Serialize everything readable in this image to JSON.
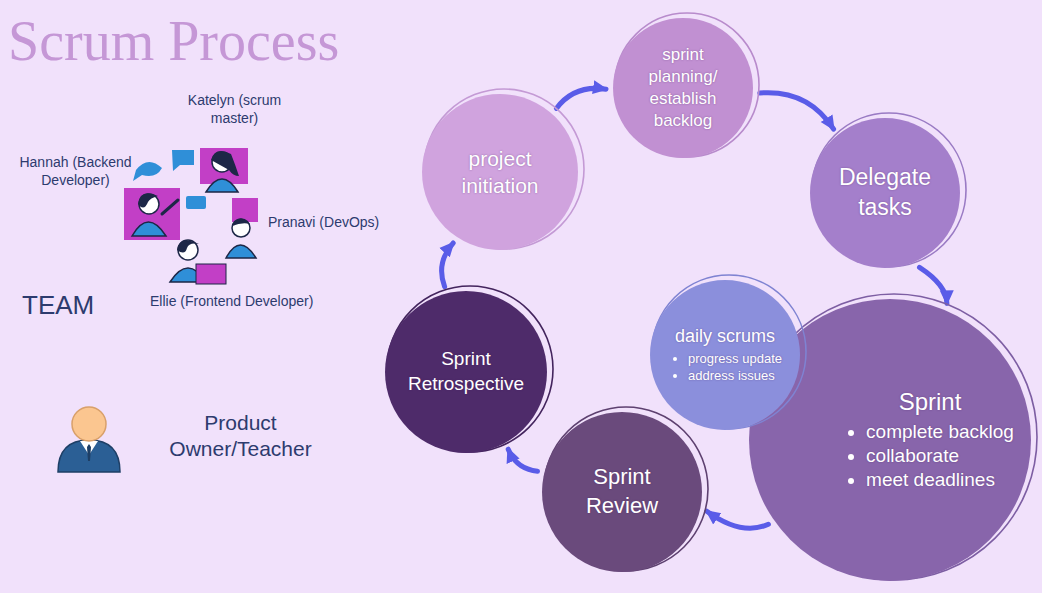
{
  "diagram": {
    "title": "Scrum Process",
    "nodes": [
      {
        "text": [
          "project initiation"
        ]
      },
      {
        "text": [
          "sprint planning/ establish backlog"
        ]
      },
      {
        "text": [
          "Delegate tasks"
        ]
      },
      {
        "text": [
          "Sprint",
          "complete backlog",
          "collaborate",
          "meet deadlines"
        ]
      },
      {
        "text": [
          "daily scrums",
          "progress update",
          "address issues"
        ]
      },
      {
        "text": [
          "Sprint Review"
        ]
      },
      {
        "text": [
          "Sprint Retrospective"
        ]
      }
    ],
    "edges": [
      {
        "from": 0,
        "to": 1,
        "arrow": "to"
      },
      {
        "from": 1,
        "to": 2,
        "arrow": "to"
      },
      {
        "from": 2,
        "to": 3,
        "arrow": "to"
      },
      {
        "from": 3,
        "to": 5,
        "arrow": "to"
      },
      {
        "from": 5,
        "to": 6,
        "arrow": "to"
      },
      {
        "from": 6,
        "to": 0,
        "arrow": "to"
      }
    ],
    "labels": [
      "Katelyn (scrum master)",
      "Hannah (Backend Developer)",
      "Pranavi (DevOps)",
      "TEAM",
      "Ellie (Frontend Developer)",
      "Product Owner/Teacher"
    ]
  }
}
